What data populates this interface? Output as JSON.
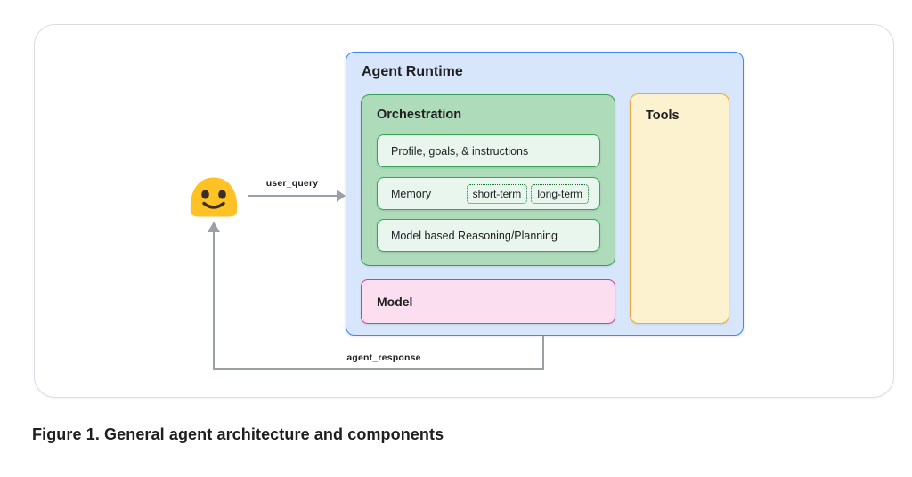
{
  "figure": {
    "caption": "Figure 1. General agent architecture and components"
  },
  "diagram": {
    "labels": {
      "user_query": "user_query",
      "agent_response": "agent_response"
    },
    "user": {
      "icon": "smiley-blob-emoji"
    },
    "agent_runtime": {
      "title": "Agent Runtime",
      "orchestration": {
        "title": "Orchestration",
        "items": [
          {
            "label": "Profile, goals, & instructions"
          },
          {
            "label": "Memory",
            "chips": [
              "short-term",
              "long-term"
            ]
          },
          {
            "label": "Model based Reasoning/Planning"
          }
        ]
      },
      "model": {
        "title": "Model"
      },
      "tools": {
        "title": "Tools"
      }
    },
    "colors": {
      "frame_border": "#dadce0",
      "runtime_bg": "#d8e6fc",
      "runtime_border": "#4285f4",
      "orchestration_bg": "#aedcbb",
      "orchestration_border": "#35a056",
      "item_bg": "#e9f6ee",
      "item_border": "#34a853",
      "chip_border": "#137333",
      "model_bg": "#fbdeef",
      "model_border": "#d23f97",
      "tools_bg": "#fdf2d0",
      "tools_border": "#eaa83e",
      "arrow_gray": "#9aa0a6",
      "emoji_yellow": "#ffc224",
      "emoji_face": "#3a2e23",
      "text": "#1f1f1f"
    }
  }
}
